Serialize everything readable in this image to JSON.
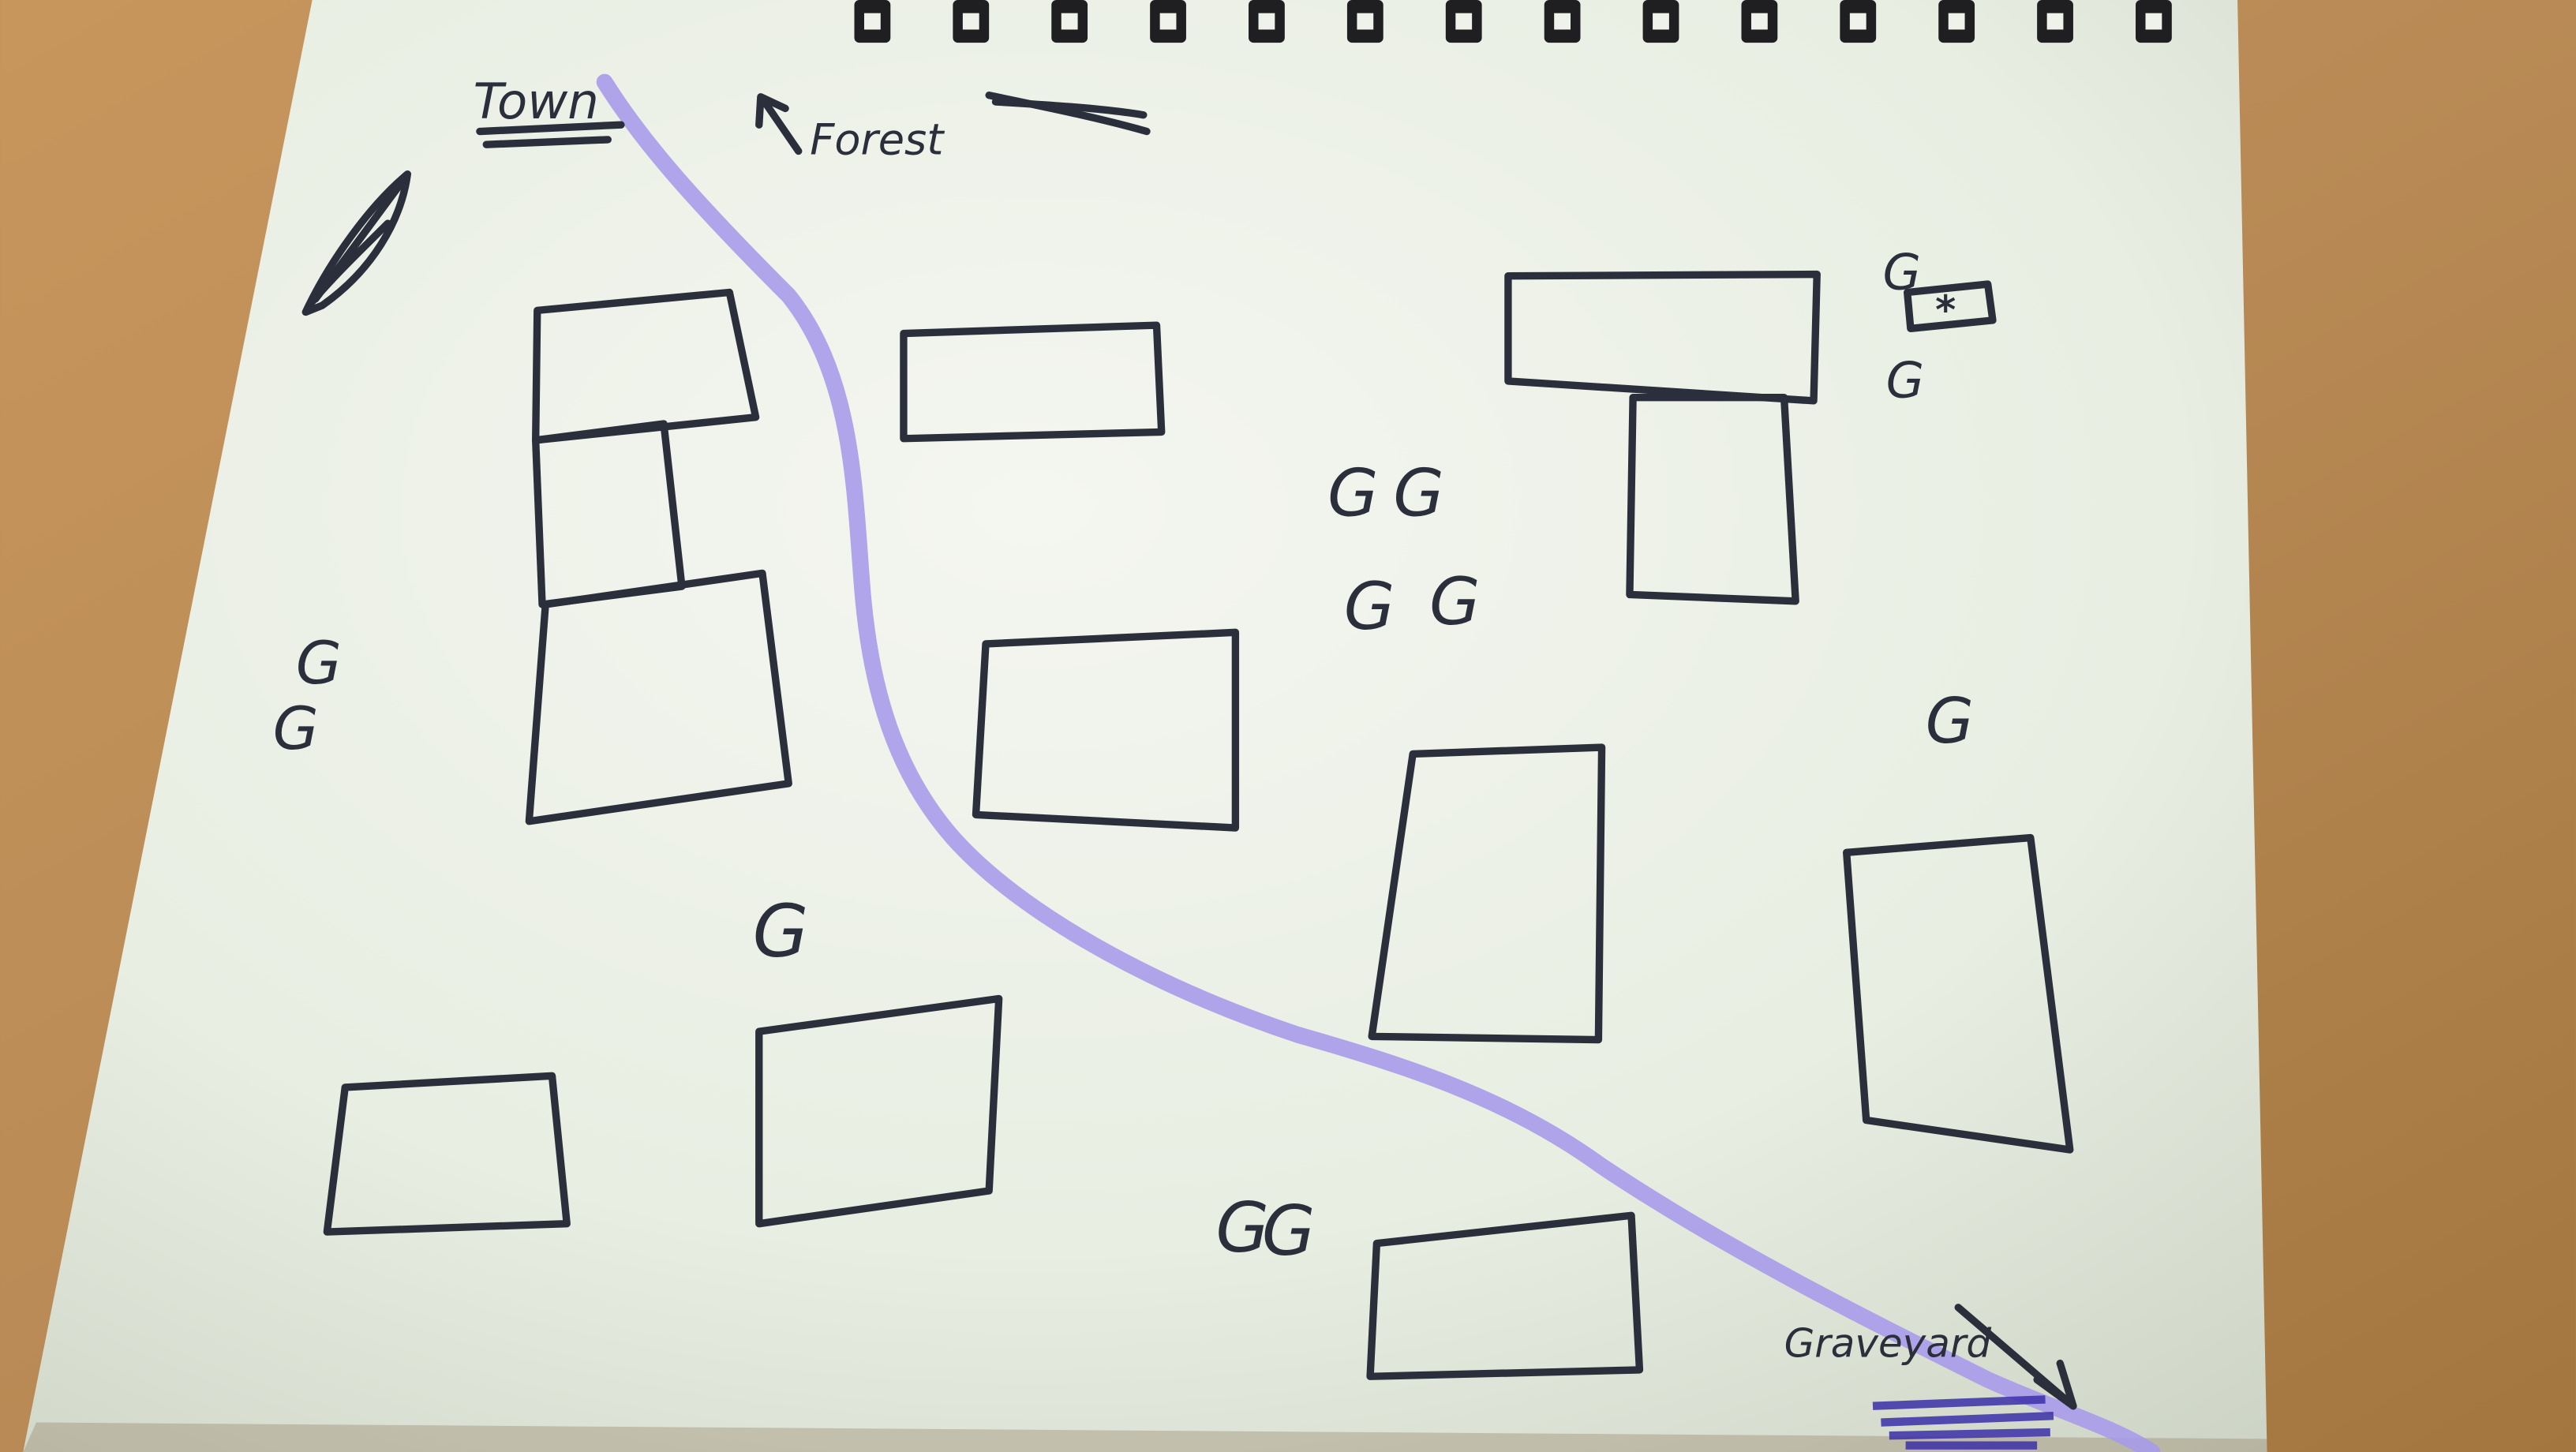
{
  "map": {
    "town_label": "Town",
    "forest_label": "Forest",
    "graveyard_label": "Graveyard",
    "marker_glyph": "G",
    "star_glyph": "*"
  },
  "colors": {
    "desk": "#b98a55",
    "paper": "#eef2ea",
    "ink": "#2b2f3c",
    "path": "#a99bea",
    "binding": "#1f1f22"
  },
  "icons": [
    "spiral-binding-icon",
    "quill-icon",
    "forest-arrow-icon",
    "graveyard-arrow-icon",
    "star-icon"
  ]
}
